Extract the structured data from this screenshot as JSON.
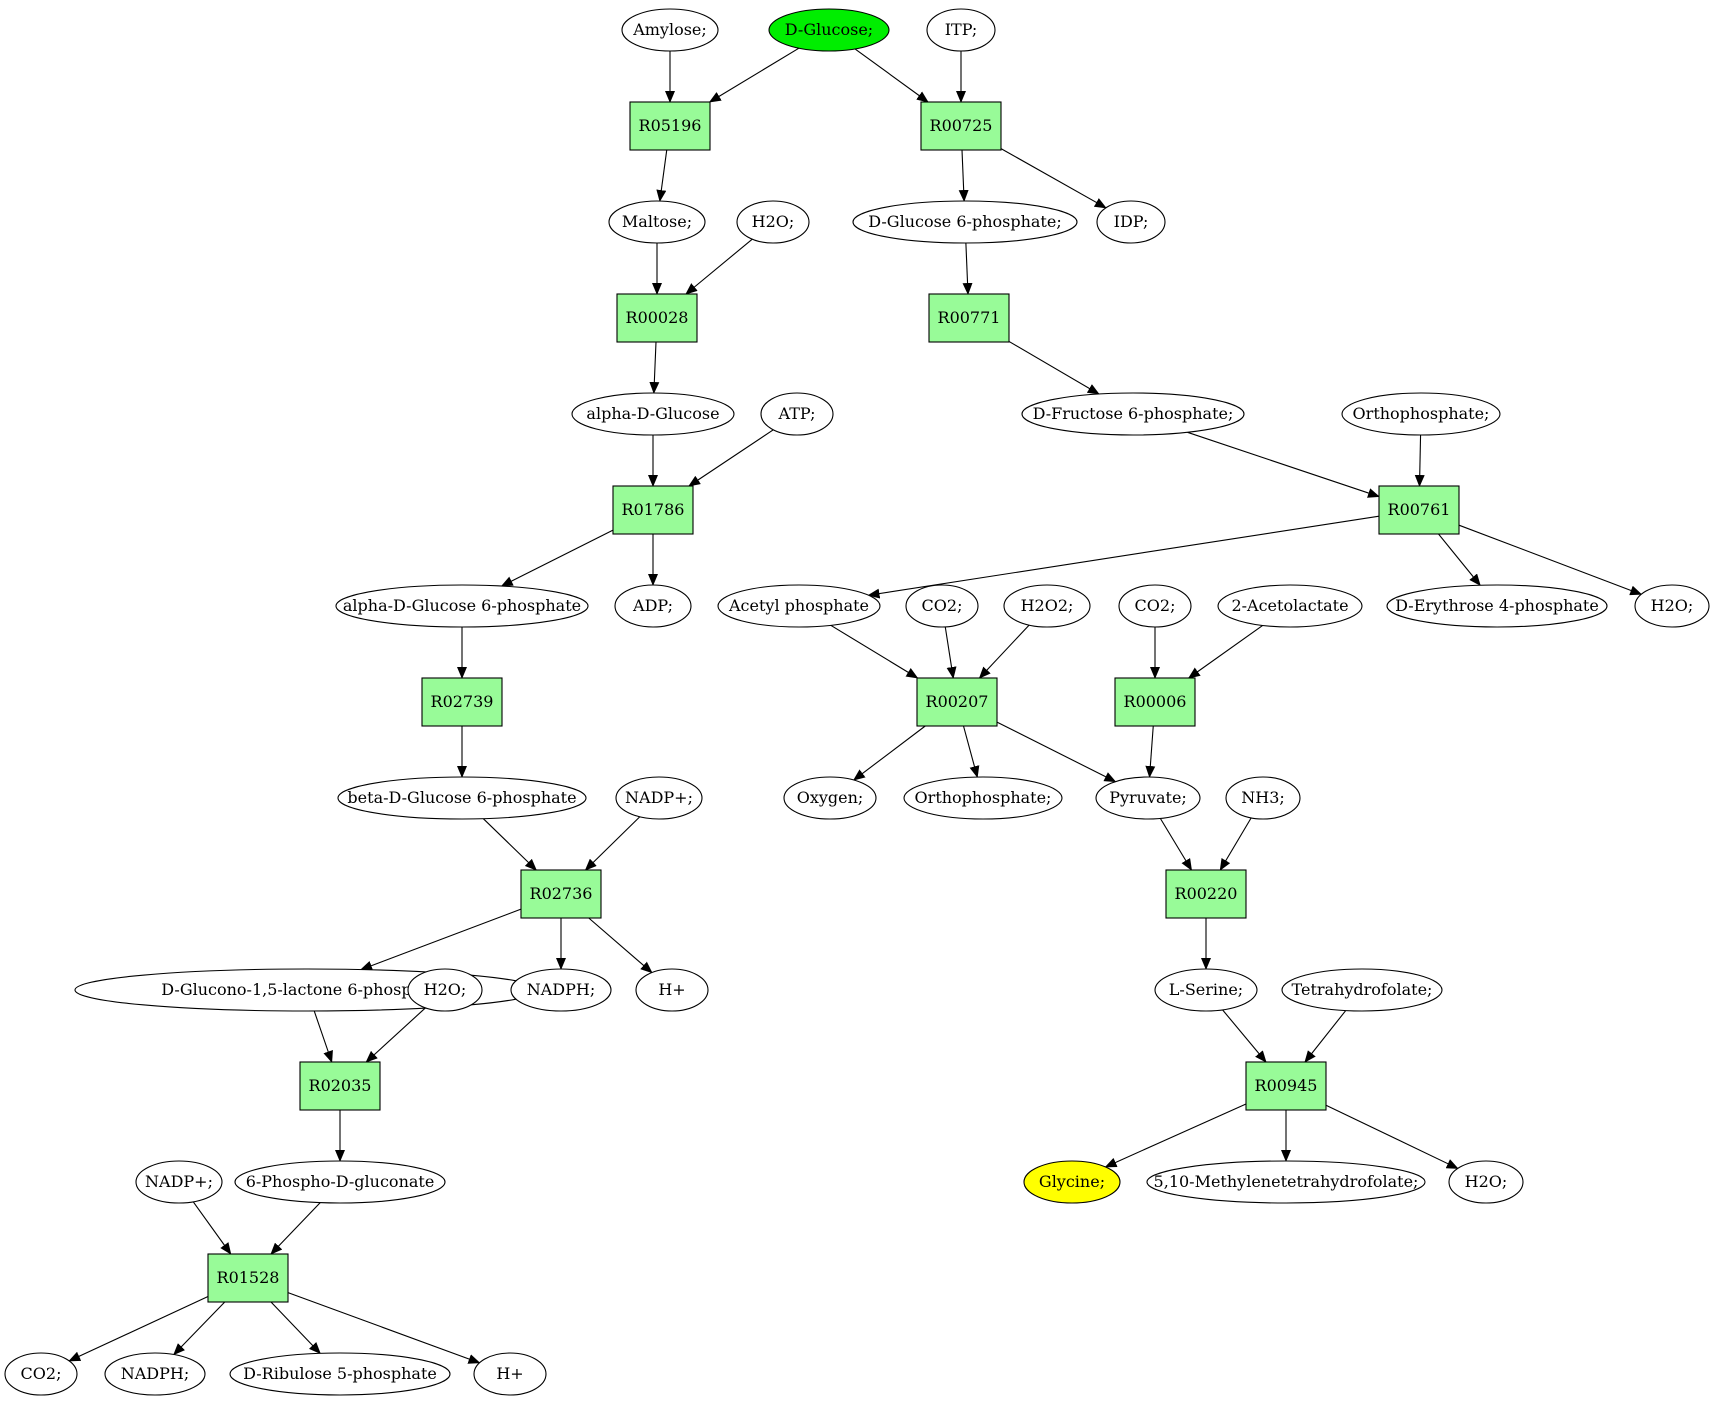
{
  "colors": {
    "compound_fill": "#ffffff",
    "reaction_fill": "#98fb98",
    "start_fill": "#00ee00",
    "target_fill": "#ffff00",
    "stroke": "#000000"
  },
  "nodes": [
    {
      "id": "c_amylose",
      "kind": "compound",
      "label": "Amylose;"
    },
    {
      "id": "c_dglucose",
      "kind": "compound",
      "label": "D-Glucose;",
      "role": "start"
    },
    {
      "id": "c_itp",
      "kind": "compound",
      "label": "ITP;"
    },
    {
      "id": "r_R05196",
      "kind": "reaction",
      "label": "R05196"
    },
    {
      "id": "r_R00725",
      "kind": "reaction",
      "label": "R00725"
    },
    {
      "id": "c_maltose",
      "kind": "compound",
      "label": "Maltose;"
    },
    {
      "id": "c_h2o_1",
      "kind": "compound",
      "label": "H2O;"
    },
    {
      "id": "c_g6p",
      "kind": "compound",
      "label": "D-Glucose 6-phosphate;"
    },
    {
      "id": "c_idp",
      "kind": "compound",
      "label": "IDP;"
    },
    {
      "id": "r_R00028",
      "kind": "reaction",
      "label": "R00028"
    },
    {
      "id": "r_R00771",
      "kind": "reaction",
      "label": "R00771"
    },
    {
      "id": "c_adglc",
      "kind": "compound",
      "label": "alpha-D-Glucose"
    },
    {
      "id": "c_atp",
      "kind": "compound",
      "label": "ATP;"
    },
    {
      "id": "c_f6p",
      "kind": "compound",
      "label": "D-Fructose 6-phosphate;"
    },
    {
      "id": "c_pi_1",
      "kind": "compound",
      "label": "Orthophosphate;"
    },
    {
      "id": "r_R01786",
      "kind": "reaction",
      "label": "R01786"
    },
    {
      "id": "r_R00761",
      "kind": "reaction",
      "label": "R00761"
    },
    {
      "id": "c_adg6p",
      "kind": "compound",
      "label": "alpha-D-Glucose 6-phosphate"
    },
    {
      "id": "c_adp",
      "kind": "compound",
      "label": "ADP;"
    },
    {
      "id": "c_acp",
      "kind": "compound",
      "label": "Acetyl phosphate"
    },
    {
      "id": "c_co2_1",
      "kind": "compound",
      "label": "CO2;"
    },
    {
      "id": "c_h2o2",
      "kind": "compound",
      "label": "H2O2;"
    },
    {
      "id": "c_co2_2",
      "kind": "compound",
      "label": "CO2;"
    },
    {
      "id": "c_acl",
      "kind": "compound",
      "label": "2-Acetolactate"
    },
    {
      "id": "c_e4p",
      "kind": "compound",
      "label": "D-Erythrose 4-phosphate"
    },
    {
      "id": "c_h2o_2",
      "kind": "compound",
      "label": "H2O;"
    },
    {
      "id": "r_R02739",
      "kind": "reaction",
      "label": "R02739"
    },
    {
      "id": "r_R00207",
      "kind": "reaction",
      "label": "R00207"
    },
    {
      "id": "r_R00006",
      "kind": "reaction",
      "label": "R00006"
    },
    {
      "id": "c_bdg6p",
      "kind": "compound",
      "label": "beta-D-Glucose 6-phosphate"
    },
    {
      "id": "c_nadp_1",
      "kind": "compound",
      "label": "NADP+;"
    },
    {
      "id": "c_oxygen",
      "kind": "compound",
      "label": "Oxygen;"
    },
    {
      "id": "c_pi_2",
      "kind": "compound",
      "label": "Orthophosphate;"
    },
    {
      "id": "c_pyr",
      "kind": "compound",
      "label": "Pyruvate;"
    },
    {
      "id": "c_nh3",
      "kind": "compound",
      "label": "NH3;"
    },
    {
      "id": "r_R02736",
      "kind": "reaction",
      "label": "R02736"
    },
    {
      "id": "r_R00220",
      "kind": "reaction",
      "label": "R00220"
    },
    {
      "id": "c_dg15l",
      "kind": "compound",
      "label": "D-Glucono-1,5-lactone 6-phosphate;"
    },
    {
      "id": "c_h2o_3",
      "kind": "compound",
      "label": "H2O;"
    },
    {
      "id": "c_nadph_1",
      "kind": "compound",
      "label": "NADPH;"
    },
    {
      "id": "c_hplus_1",
      "kind": "compound",
      "label": "H+"
    },
    {
      "id": "c_lser",
      "kind": "compound",
      "label": "L-Serine;"
    },
    {
      "id": "c_thf",
      "kind": "compound",
      "label": "Tetrahydrofolate;"
    },
    {
      "id": "r_R02035",
      "kind": "reaction",
      "label": "R02035"
    },
    {
      "id": "r_R00945",
      "kind": "reaction",
      "label": "R00945"
    },
    {
      "id": "c_nadp_2",
      "kind": "compound",
      "label": "NADP+;"
    },
    {
      "id": "c_6pg",
      "kind": "compound",
      "label": "6-Phospho-D-gluconate"
    },
    {
      "id": "c_gly",
      "kind": "compound",
      "label": "Glycine;",
      "role": "target"
    },
    {
      "id": "c_mthf",
      "kind": "compound",
      "label": "5,10-Methylenetetrahydrofolate;"
    },
    {
      "id": "c_h2o_4",
      "kind": "compound",
      "label": "H2O;"
    },
    {
      "id": "r_R01528",
      "kind": "reaction",
      "label": "R01528"
    },
    {
      "id": "c_co2_3",
      "kind": "compound",
      "label": "CO2;"
    },
    {
      "id": "c_nadph_2",
      "kind": "compound",
      "label": "NADPH;"
    },
    {
      "id": "c_ru5p",
      "kind": "compound",
      "label": "D-Ribulose 5-phosphate"
    },
    {
      "id": "c_hplus_2",
      "kind": "compound",
      "label": "H+"
    }
  ],
  "edges": [
    [
      "c_amylose",
      "r_R05196"
    ],
    [
      "c_dglucose",
      "r_R05196"
    ],
    [
      "c_dglucose",
      "r_R00725"
    ],
    [
      "c_itp",
      "r_R00725"
    ],
    [
      "r_R05196",
      "c_maltose"
    ],
    [
      "r_R00725",
      "c_g6p"
    ],
    [
      "r_R00725",
      "c_idp"
    ],
    [
      "c_maltose",
      "r_R00028"
    ],
    [
      "c_h2o_1",
      "r_R00028"
    ],
    [
      "r_R00028",
      "c_adglc"
    ],
    [
      "c_g6p",
      "r_R00771"
    ],
    [
      "r_R00771",
      "c_f6p"
    ],
    [
      "c_adglc",
      "r_R01786"
    ],
    [
      "c_atp",
      "r_R01786"
    ],
    [
      "r_R01786",
      "c_adg6p"
    ],
    [
      "r_R01786",
      "c_adp"
    ],
    [
      "c_f6p",
      "r_R00761"
    ],
    [
      "c_pi_1",
      "r_R00761"
    ],
    [
      "r_R00761",
      "c_acp"
    ],
    [
      "r_R00761",
      "c_e4p"
    ],
    [
      "r_R00761",
      "c_h2o_2"
    ],
    [
      "c_adg6p",
      "r_R02739"
    ],
    [
      "r_R02739",
      "c_bdg6p"
    ],
    [
      "c_acp",
      "r_R00207"
    ],
    [
      "c_co2_1",
      "r_R00207"
    ],
    [
      "c_h2o2",
      "r_R00207"
    ],
    [
      "r_R00207",
      "c_oxygen"
    ],
    [
      "r_R00207",
      "c_pi_2"
    ],
    [
      "r_R00207",
      "c_pyr"
    ],
    [
      "c_co2_2",
      "r_R00006"
    ],
    [
      "c_acl",
      "r_R00006"
    ],
    [
      "r_R00006",
      "c_pyr"
    ],
    [
      "c_bdg6p",
      "r_R02736"
    ],
    [
      "c_nadp_1",
      "r_R02736"
    ],
    [
      "r_R02736",
      "c_dg15l"
    ],
    [
      "r_R02736",
      "c_nadph_1"
    ],
    [
      "r_R02736",
      "c_hplus_1"
    ],
    [
      "c_pyr",
      "r_R00220"
    ],
    [
      "c_nh3",
      "r_R00220"
    ],
    [
      "r_R00220",
      "c_lser"
    ],
    [
      "c_dg15l",
      "r_R02035"
    ],
    [
      "c_h2o_3",
      "r_R02035"
    ],
    [
      "r_R02035",
      "c_6pg"
    ],
    [
      "c_lser",
      "r_R00945"
    ],
    [
      "c_thf",
      "r_R00945"
    ],
    [
      "r_R00945",
      "c_gly"
    ],
    [
      "r_R00945",
      "c_mthf"
    ],
    [
      "r_R00945",
      "c_h2o_4"
    ],
    [
      "c_nadp_2",
      "r_R01528"
    ],
    [
      "c_6pg",
      "r_R01528"
    ],
    [
      "r_R01528",
      "c_co2_3"
    ],
    [
      "r_R01528",
      "c_nadph_2"
    ],
    [
      "r_R01528",
      "c_ru5p"
    ],
    [
      "r_R01528",
      "c_hplus_2"
    ]
  ]
}
